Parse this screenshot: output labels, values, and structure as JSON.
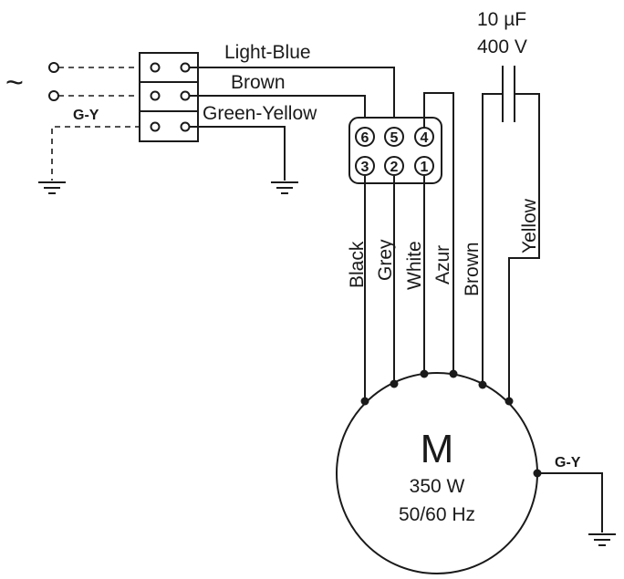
{
  "supply": {
    "symbol": "~"
  },
  "ground_label": "G-Y",
  "terminal_block": {
    "wires": [
      "Light-Blue",
      "Brown",
      "Green-Yellow"
    ]
  },
  "connector": {
    "pins": [
      "6",
      "5",
      "4",
      "3",
      "2",
      "1"
    ]
  },
  "capacitor": {
    "capacitance": "10 µF",
    "voltage": "400 V"
  },
  "motor_wires": [
    "Black",
    "Grey",
    "White",
    "Azur",
    "Brown",
    "Yellow"
  ],
  "motor": {
    "symbol": "M",
    "power": "350 W",
    "frequency": "50/60 Hz",
    "ground_label": "G-Y"
  }
}
